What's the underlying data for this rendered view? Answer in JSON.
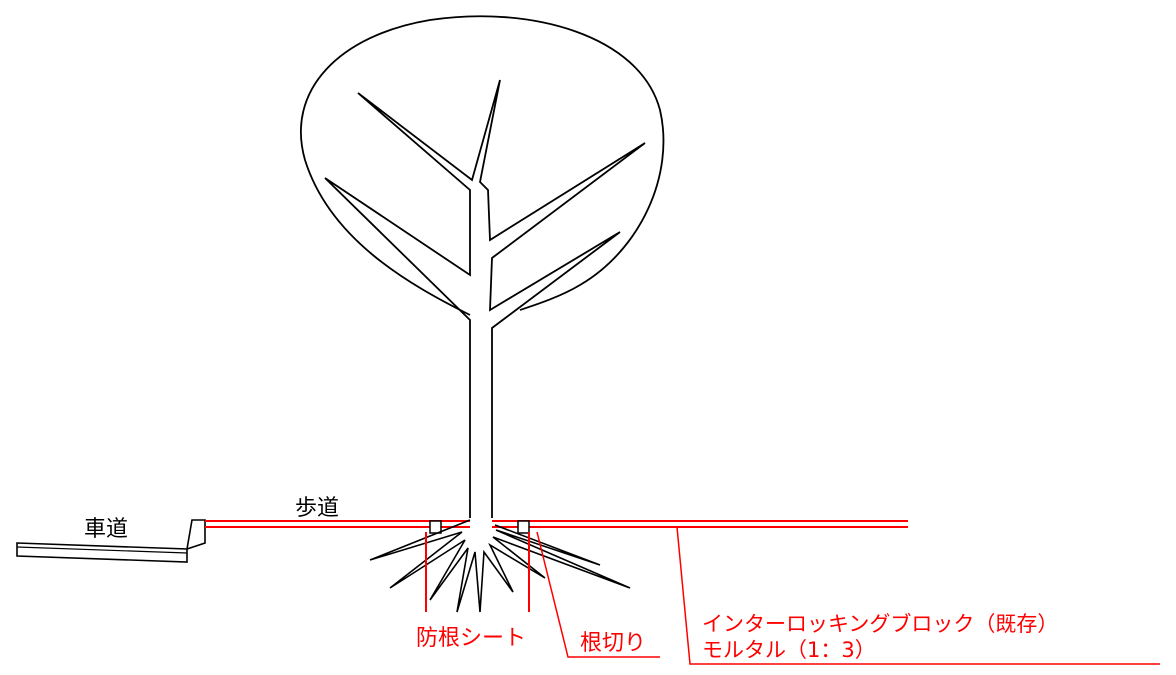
{
  "colors": {
    "line": "#000000",
    "annotation": "#ff0000"
  },
  "labels": {
    "roadway": "車道",
    "sidewalk": "歩道",
    "root_barrier_sheet": "防根シート",
    "root_cutting": "根切り",
    "interlocking_block": "インターロッキングブロック（既存）",
    "mortar": "モルタル（1：3）"
  }
}
